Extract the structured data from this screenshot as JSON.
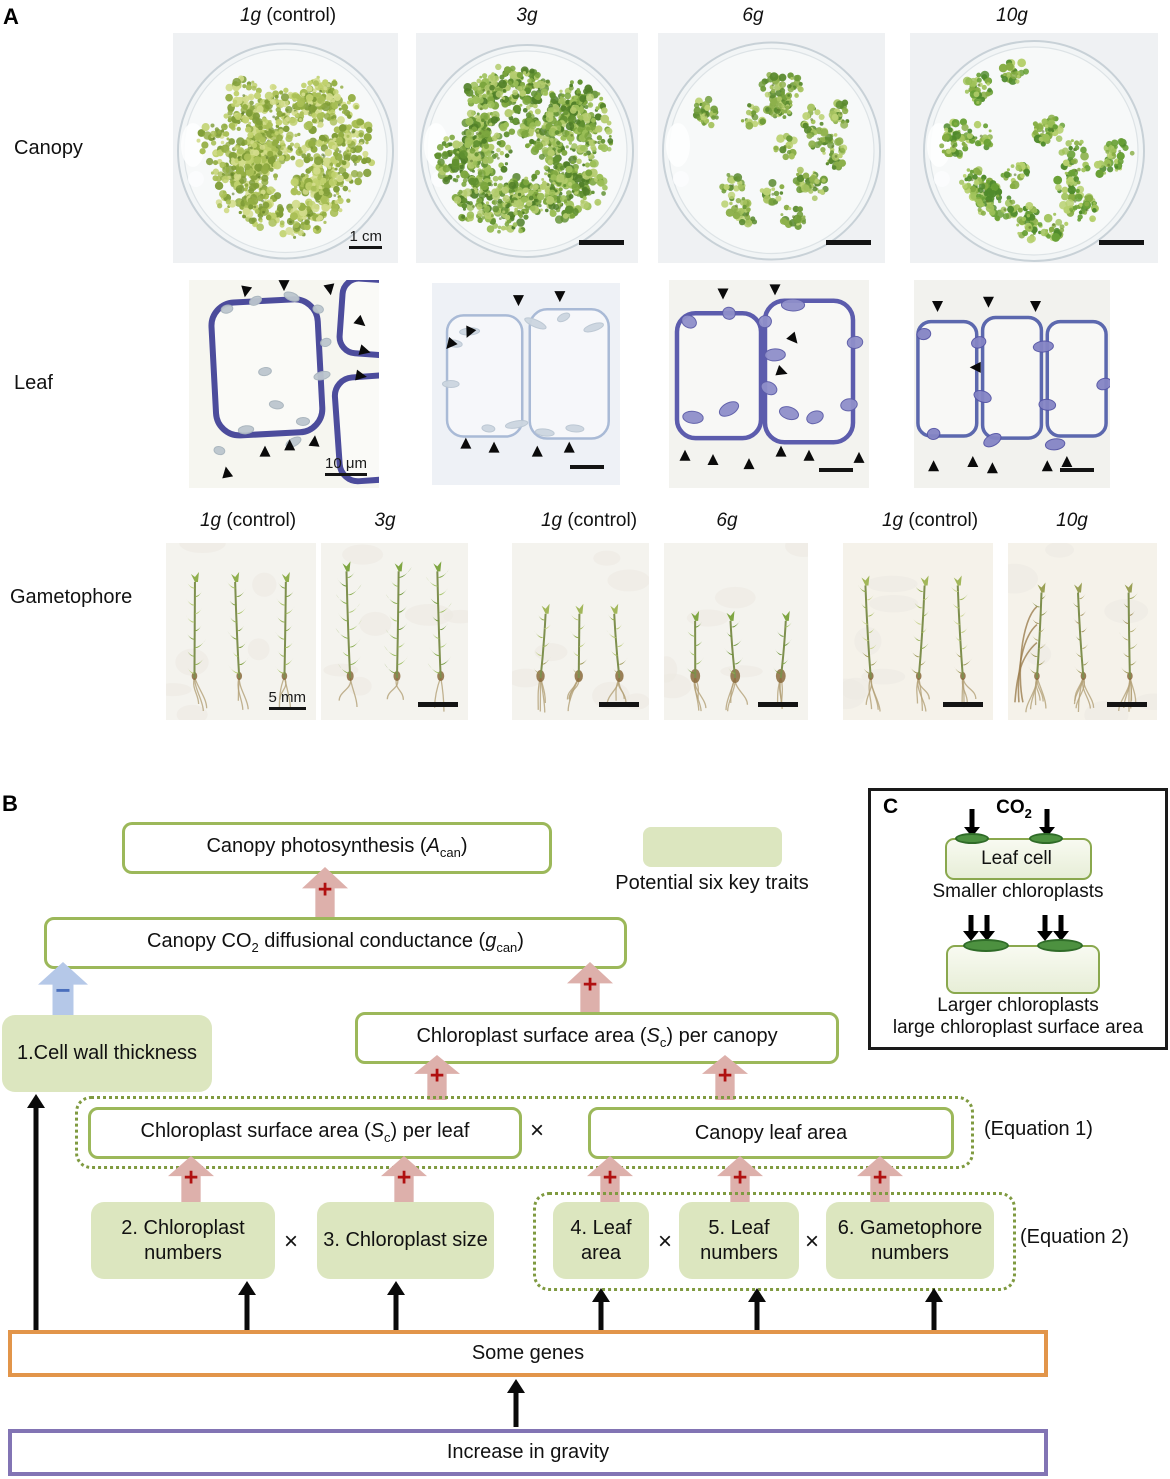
{
  "signs": {
    "plus": "+",
    "minus": "−",
    "times": "×"
  },
  "panelA": {
    "label": "A",
    "rows": [
      {
        "label": "Canopy"
      },
      {
        "label": "Leaf"
      },
      {
        "label": "Gametophore"
      }
    ],
    "canopy": {
      "headers": [
        {
          "num": "1g",
          "rest": " (control)"
        },
        {
          "num": "3g",
          "rest": ""
        },
        {
          "num": "6g",
          "rest": ""
        },
        {
          "num": "10g",
          "rest": ""
        }
      ],
      "scale": "1 cm"
    },
    "leaf": {
      "scale": "10 μm"
    },
    "gametophore": {
      "headers": [
        {
          "num": "1g",
          "rest": " (control)"
        },
        {
          "num": "3g",
          "rest": ""
        },
        {
          "num": "1g",
          "rest": " (control)"
        },
        {
          "num": "6g",
          "rest": ""
        },
        {
          "num": "1g",
          "rest": " (control)"
        },
        {
          "num": "10g",
          "rest": ""
        }
      ],
      "scale": "5 mm"
    }
  },
  "panelB": {
    "label": "B",
    "legend": {
      "label": "Potential six key traits"
    },
    "boxes": {
      "acan": {
        "pre": "Canopy photosynthesis (",
        "var": "A",
        "sub": "can",
        "post": ")"
      },
      "gcan": {
        "pre": "Canopy CO",
        "presub": "2",
        "mid": " diffusional conductance (",
        "var": "g",
        "sub": "can",
        "post": ")"
      },
      "sc_canopy": {
        "pre": "Chloroplast surface area (",
        "var": "S",
        "sub": "c",
        "post": ") per canopy"
      },
      "sc_leaf": {
        "pre": "Chloroplast surface area (",
        "var": "S",
        "sub": "c",
        "post": ") per leaf"
      },
      "canopy_leaf_area": "Canopy leaf area",
      "cellwall": "1.Cell wall thickness",
      "t2": "2. Chloroplast numbers",
      "t3": "3. Chloroplast size",
      "t4": "4. Leaf area",
      "t5": "5. Leaf numbers",
      "t6": "6. Gametophore numbers",
      "genes": "Some genes",
      "gravity": "Increase in gravity"
    },
    "eq1": "(Equation 1)",
    "eq2": "(Equation 2)"
  },
  "panelC": {
    "label": "C",
    "co2": {
      "pre": "CO",
      "sub": "2"
    },
    "leaf_cell": "Leaf cell",
    "caption_small": "Smaller chloroplasts",
    "caption_large1": "Larger chloroplasts",
    "caption_large2": "large chloroplast surface area"
  },
  "colors": {
    "box_border": "#9cb85a",
    "trait_fill": "#dce6bf",
    "dotted_green": "#7f9a40",
    "arrow_pink": "#ddb0ab",
    "plus_red": "#b01010",
    "arrow_blue": "#b5c8e8",
    "minus_blue": "#4a6fbd",
    "genes_border": "#e2954a",
    "gravity_border": "#8274b4",
    "chloro_green": "#4d9140"
  }
}
